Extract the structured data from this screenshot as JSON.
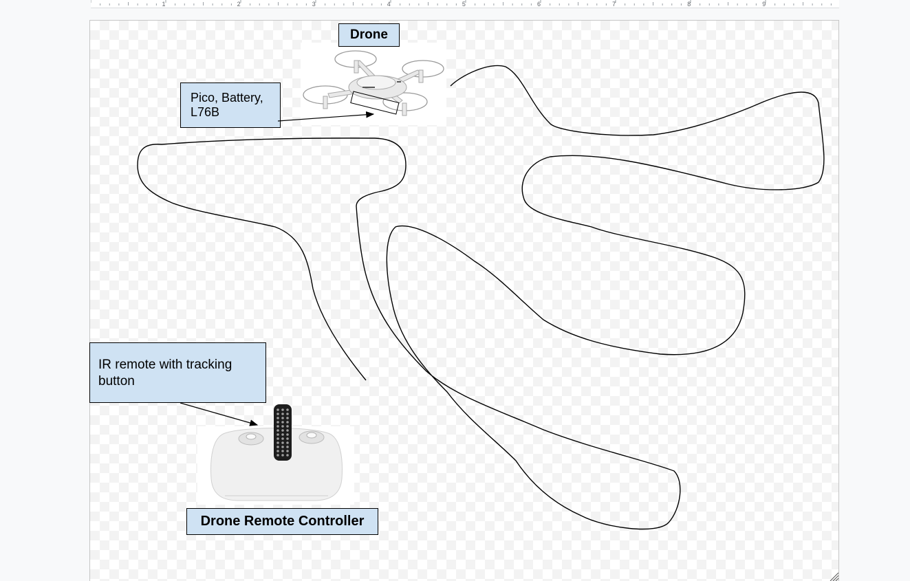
{
  "ruler": {
    "labels": [
      "1",
      "2",
      "3",
      "4",
      "5",
      "6",
      "7",
      "8",
      "9"
    ]
  },
  "drawing": {
    "drone_label": "Drone",
    "controller_label": "Drone Remote Controller",
    "pico_note": "Pico, Battery, L76B",
    "ir_note": "IR remote with tracking button"
  },
  "colors": {
    "label_fill": "#cfe2f3",
    "canvas_border": "#c6c6c6"
  }
}
